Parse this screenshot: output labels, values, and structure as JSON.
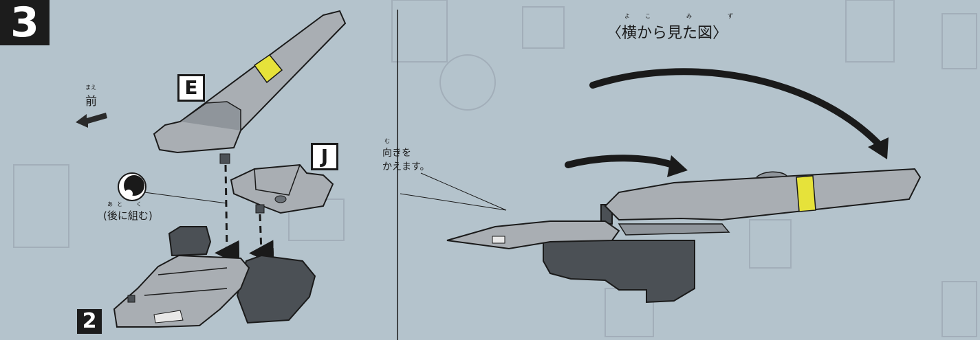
{
  "step": {
    "number": "3"
  },
  "left_panel": {
    "front_label": "前",
    "front_ruby": "まえ",
    "part_e": "E",
    "part_j": "J",
    "assemble_later": "(後に組む)",
    "assemble_later_ruby": "あと　く",
    "previous_step": "2"
  },
  "right_panel": {
    "title": "〈横から見た図〉",
    "title_ruby": "よこ　み　ず",
    "turn_note_line1": "向きを",
    "turn_note_line2": "かえます。",
    "turn_note_ruby": "む"
  },
  "colors": {
    "background": "#b4c3cc",
    "part_gray": "#a9aeb3",
    "dark_gray": "#4b5055",
    "yellow_band": "#e6e23a",
    "ink": "#1a1a1a"
  }
}
